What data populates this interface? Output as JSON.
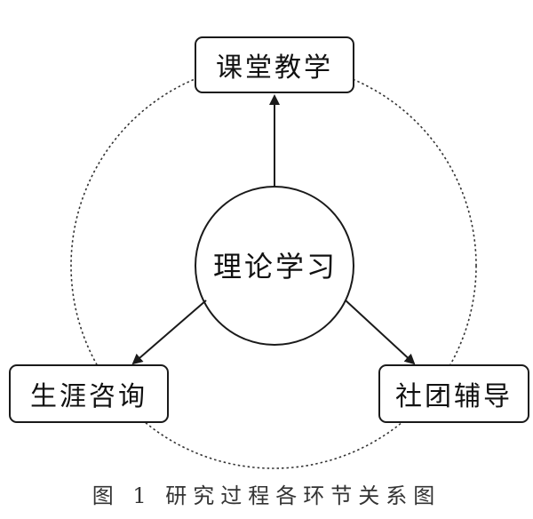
{
  "diagram": {
    "center": {
      "label": "理论学习"
    },
    "nodes": {
      "top": {
        "label": "课堂教学"
      },
      "left": {
        "label": "生涯咨询"
      },
      "right": {
        "label": "社团辅导"
      }
    },
    "caption": "图 1   研究过程各环节关系图"
  }
}
